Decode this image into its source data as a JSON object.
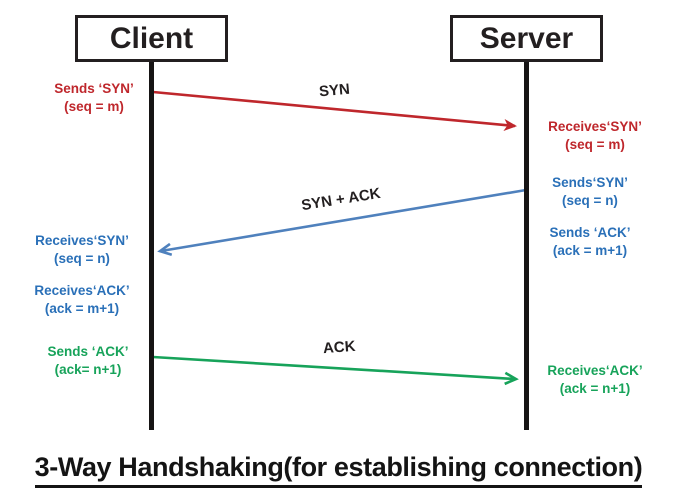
{
  "title": "3-Way Handshaking(for establishing connection)",
  "actors": {
    "client": "Client",
    "server": "Server"
  },
  "arrows": {
    "syn": {
      "label": "SYN",
      "from": "client",
      "to": "server"
    },
    "syn_ack": {
      "label": "SYN + ACK",
      "from": "server",
      "to": "client"
    },
    "ack": {
      "label": "ACK",
      "from": "client",
      "to": "server"
    }
  },
  "annotations": {
    "client_sends_syn": {
      "line1": "Sends ‘SYN’",
      "line2": "(seq = m)"
    },
    "server_receives_syn": {
      "line1": "Receives‘SYN’",
      "line2": "(seq = m)"
    },
    "server_sends_syn": {
      "line1": "Sends‘SYN’",
      "line2": "(seq = n)"
    },
    "server_sends_ack": {
      "line1": "Sends ‘ACK’",
      "line2": "(ack = m+1)"
    },
    "client_receives_syn": {
      "line1": "Receives‘SYN’",
      "line2": "(seq = n)"
    },
    "client_receives_ack": {
      "line1": "Receives‘ACK’",
      "line2": "(ack = m+1)"
    },
    "client_sends_ack": {
      "line1": "Sends ‘ACK’",
      "line2": "(ack= n+1)"
    },
    "server_receives_ack": {
      "line1": "Receives‘ACK’",
      "line2": "(ack = n+1)"
    }
  },
  "colors": {
    "syn_red": "#bf272c",
    "syn_ack_arrow_blue": "#4f81bd",
    "syn_ack_text_blue": "#2a70b8",
    "ack_green": "#17a35a",
    "ink_black": "#231f20"
  }
}
